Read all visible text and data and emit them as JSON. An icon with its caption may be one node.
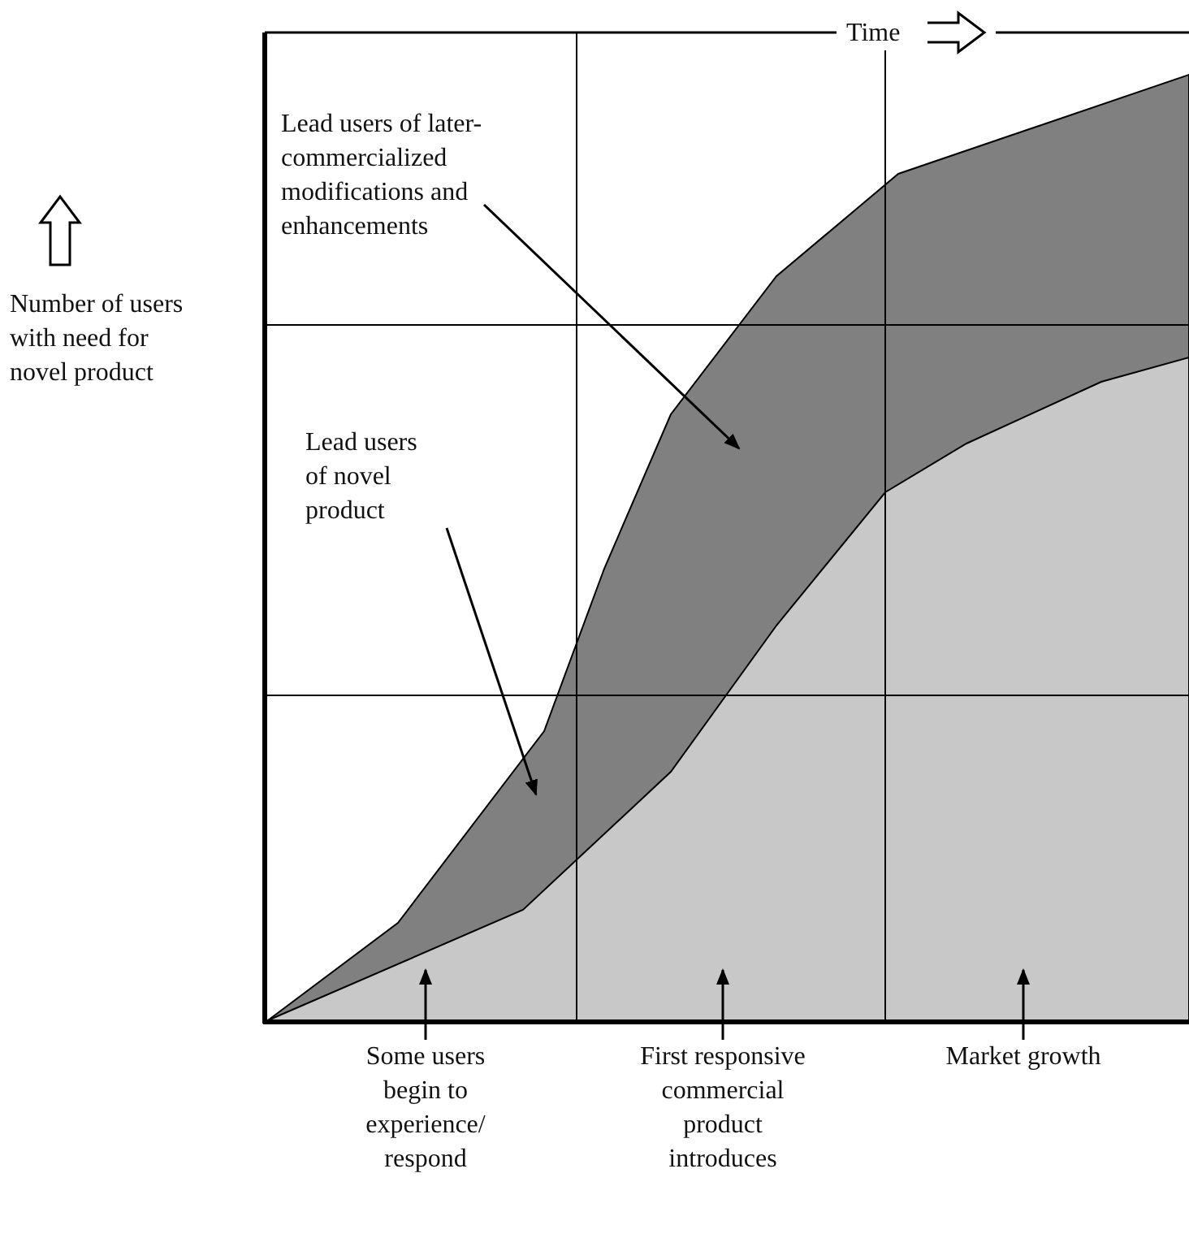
{
  "diagram": {
    "nodes": [
      {
        "text": [
          "Lead users of later-commercialized modifications and enhancements"
        ]
      },
      {
        "text": [
          "Lead users of novel product"
        ]
      },
      {
        "text": [
          "Some users begin to experience/ respond"
        ]
      },
      {
        "text": [
          "First responsive commercial product introduces"
        ]
      },
      {
        "text": [
          "Market growth"
        ]
      }
    ],
    "edges": [
      {
        "from": 0,
        "to": null,
        "arrow": "to"
      },
      {
        "from": 1,
        "to": null,
        "arrow": "to"
      },
      {
        "from": 2,
        "to": null,
        "arrow": "to"
      },
      {
        "from": 3,
        "to": null,
        "arrow": "to"
      },
      {
        "from": 4,
        "to": null,
        "arrow": "to"
      }
    ],
    "labels": [
      "Time",
      "Number of users with need for novel product"
    ]
  }
}
